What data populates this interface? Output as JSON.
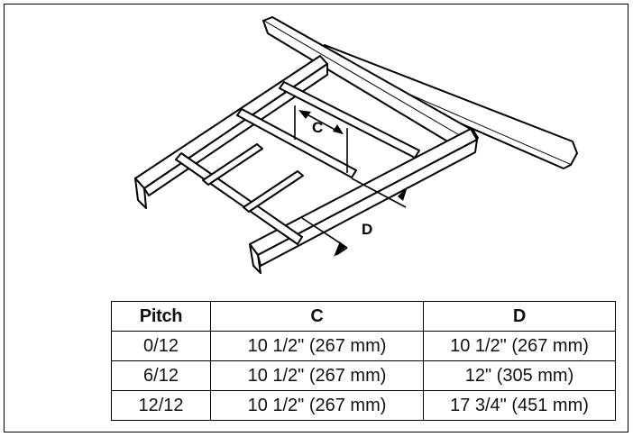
{
  "diagram": {
    "label_c": "C",
    "label_d": "D"
  },
  "table": {
    "headers": [
      "Pitch",
      "C",
      "D"
    ],
    "rows": [
      [
        "0/12",
        "10 1/2\" (267 mm)",
        "10 1/2\" (267 mm)"
      ],
      [
        "6/12",
        "10 1/2\" (267 mm)",
        "12\" (305 mm)"
      ],
      [
        "12/12",
        "10 1/2\" (267 mm)",
        "17 3/4\" (451 mm)"
      ]
    ]
  }
}
